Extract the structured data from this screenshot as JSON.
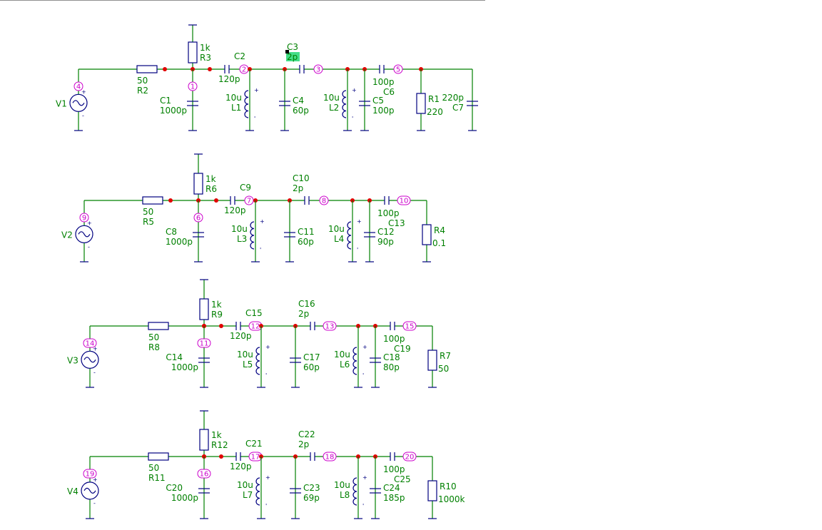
{
  "circuits": [
    {
      "id": "row1",
      "source": "V1",
      "source_node": "4",
      "series_r": {
        "name": "R2",
        "value": "50"
      },
      "bias_r": {
        "name": "R3",
        "value": "1k"
      },
      "node_a": "1",
      "shunt_c1": {
        "name": "C1",
        "value": "1000p"
      },
      "coupling_c": {
        "name": "C2",
        "value": "120p"
      },
      "node_b": "2",
      "ind1": {
        "name": "L1",
        "value": "10u"
      },
      "shunt_c2": {
        "name": "C4",
        "value": "60p"
      },
      "series_c2": {
        "name": "C3",
        "value": "2p"
      },
      "node_c": "3",
      "ind2": {
        "name": "L2",
        "value": "10u"
      },
      "shunt_c3": {
        "name": "C5",
        "value": "100p"
      },
      "series_c3": {
        "name": "C6",
        "value": "100p"
      },
      "node_d": "5",
      "load": {
        "name": "R1",
        "value": "220"
      },
      "extra_c": {
        "name": "C7",
        "value": "220p"
      }
    },
    {
      "id": "row2",
      "source": "V2",
      "source_node": "9",
      "series_r": {
        "name": "R5",
        "value": "50"
      },
      "bias_r": {
        "name": "R6",
        "value": "1k"
      },
      "node_a": "6",
      "shunt_c1": {
        "name": "C8",
        "value": "1000p"
      },
      "coupling_c": {
        "name": "C9",
        "value": "120p"
      },
      "node_b": "7",
      "ind1": {
        "name": "L3",
        "value": "10u"
      },
      "shunt_c2": {
        "name": "C11",
        "value": "60p"
      },
      "series_c2": {
        "name": "C10",
        "value": "2p"
      },
      "node_c": "8",
      "ind2": {
        "name": "L4",
        "value": "10u"
      },
      "shunt_c3": {
        "name": "C12",
        "value": "90p"
      },
      "series_c3": {
        "name": "C13",
        "value": "100p"
      },
      "node_d": "10",
      "load": {
        "name": "R4",
        "value": "0.1"
      }
    },
    {
      "id": "row3",
      "source": "V3",
      "source_node": "14",
      "series_r": {
        "name": "R8",
        "value": "50"
      },
      "bias_r": {
        "name": "R9",
        "value": "1k"
      },
      "node_a": "11",
      "shunt_c1": {
        "name": "C14",
        "value": "1000p"
      },
      "coupling_c": {
        "name": "C15",
        "value": "120p"
      },
      "node_b": "12",
      "ind1": {
        "name": "L5",
        "value": "10u"
      },
      "shunt_c2": {
        "name": "C17",
        "value": "60p"
      },
      "series_c2": {
        "name": "C16",
        "value": "2p"
      },
      "node_c": "13",
      "ind2": {
        "name": "L6",
        "value": "10u"
      },
      "shunt_c3": {
        "name": "C18",
        "value": "80p"
      },
      "series_c3": {
        "name": "C19",
        "value": "100p"
      },
      "node_d": "15",
      "load": {
        "name": "R7",
        "value": "50"
      }
    },
    {
      "id": "row4",
      "source": "V4",
      "source_node": "19",
      "series_r": {
        "name": "R11",
        "value": "50"
      },
      "bias_r": {
        "name": "R12",
        "value": "1k"
      },
      "node_a": "16",
      "shunt_c1": {
        "name": "C20",
        "value": "1000p"
      },
      "coupling_c": {
        "name": "C21",
        "value": "120p"
      },
      "node_b": "17",
      "ind1": {
        "name": "L7",
        "value": "10u"
      },
      "shunt_c2": {
        "name": "C23",
        "value": "69p"
      },
      "series_c2": {
        "name": "C22",
        "value": "2p"
      },
      "node_c": "18",
      "ind2": {
        "name": "L8",
        "value": "10u"
      },
      "shunt_c3": {
        "name": "C24",
        "value": "185p"
      },
      "series_c3": {
        "name": "C25",
        "value": "100p"
      },
      "node_d": "20",
      "load": {
        "name": "R10",
        "value": "1000k"
      }
    }
  ],
  "pin_marks": {
    "plus": "+",
    "minus": "-",
    "tick": "'"
  },
  "colors": {
    "wire": "#008000",
    "component": "#000080",
    "junction": "#e00000",
    "node_label": "#cc00cc",
    "selection": "#44dd88"
  }
}
